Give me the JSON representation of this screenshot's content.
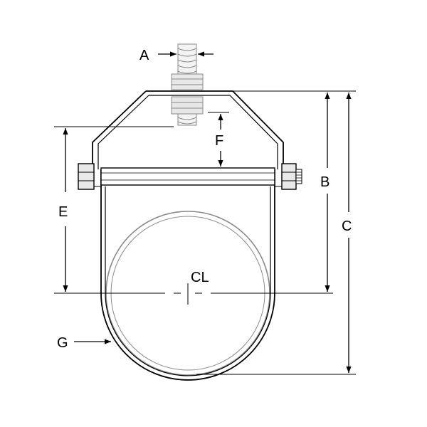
{
  "diagram": {
    "labels": {
      "a": "A",
      "b": "B",
      "c": "C",
      "e": "E",
      "f": "F",
      "g": "G",
      "centerline": "CL"
    },
    "colors": {
      "line": "#000000",
      "phantom": "#8a8a8a",
      "phantom_fill": "#e6e6e6",
      "hardware": "#cfcfcf"
    }
  }
}
